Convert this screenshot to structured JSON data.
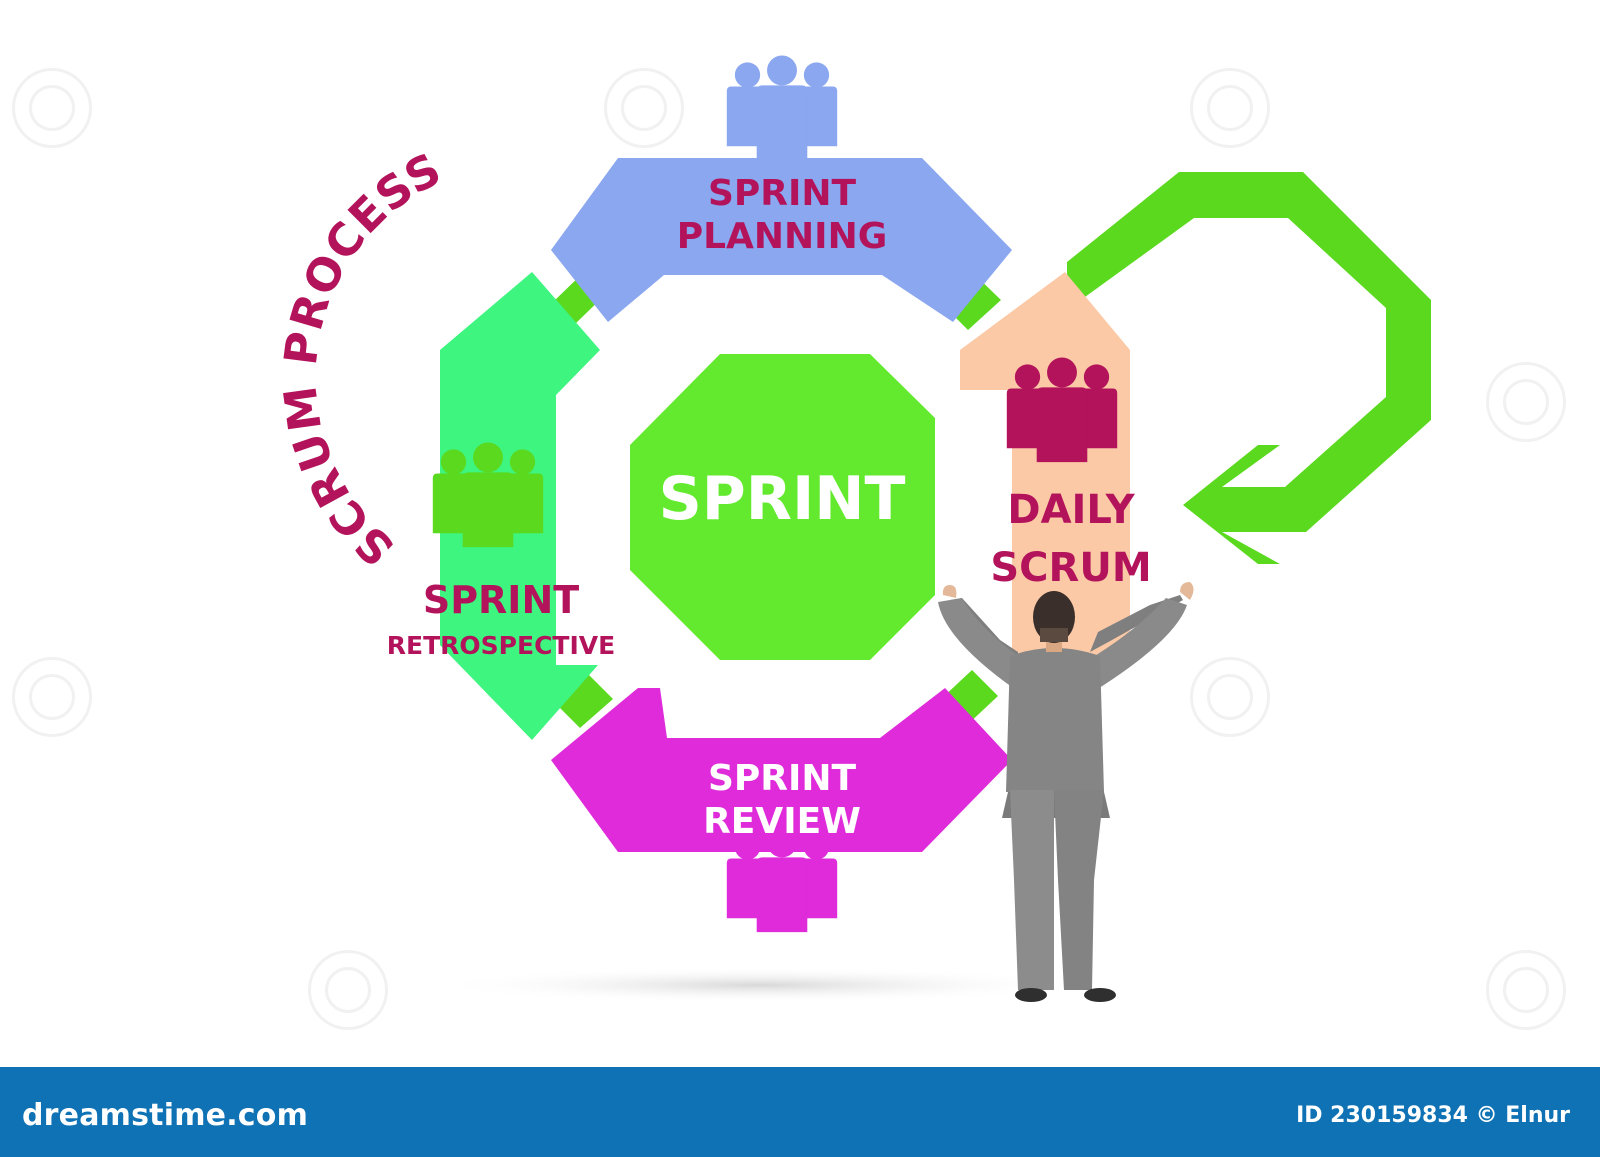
{
  "diagram": {
    "arc_title": "SCRUM PROCESS",
    "center_label": "SPRINT",
    "stages": [
      {
        "id": "planning",
        "lines": [
          "SPRINT",
          "PLANNING"
        ],
        "color": "#8aa7ef",
        "text_color": "#b3135a"
      },
      {
        "id": "daily",
        "lines": [
          "DAILY",
          "SCRUM"
        ],
        "color": "#fbc9a6",
        "text_color": "#b3135a"
      },
      {
        "id": "review",
        "lines": [
          "SPRINT",
          "REVIEW"
        ],
        "color": "#df2bd9",
        "text_color": "#ffffff"
      },
      {
        "id": "retrospective",
        "lines": [
          "SPRINT",
          "RETROSPECTIVE"
        ],
        "color": "#3df57f",
        "text_color": "#b3135a"
      }
    ],
    "colors": {
      "center": "#63ea2f",
      "loop_arrow": "#5bd91e",
      "connectors": "#5bd91e",
      "title": "#b3135a",
      "icon_planning": "#8aa7ef",
      "icon_daily": "#b3135a",
      "icon_review": "#df2bd9",
      "icon_retro": "#5bd91e"
    },
    "icons": [
      "team-icon",
      "loop-arrow-icon",
      "businessman-figure"
    ]
  },
  "footer": {
    "brand": "dreamstime.com",
    "image_id": "ID 230159834 © Elnur",
    "bar_color": "#0f72b5"
  }
}
